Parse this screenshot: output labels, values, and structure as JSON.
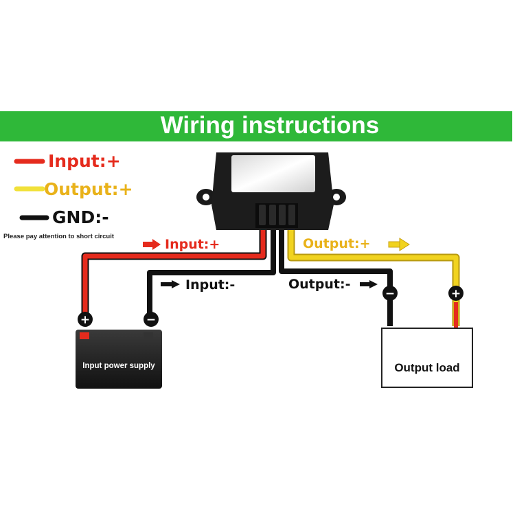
{
  "title": "Wiring instructions",
  "legend": [
    {
      "label": "Input:+",
      "color": "#e52b1d"
    },
    {
      "label": "Output:+",
      "color": "#f1d31f"
    },
    {
      "label": "GND:-",
      "color": "#111111"
    }
  ],
  "note": "Please pay attention to short circuit",
  "wire_labels": {
    "input_plus": "Input:+",
    "input_minus": "Input:-",
    "output_plus": "Output:+",
    "output_minus": "Output:-"
  },
  "components": {
    "power_supply": "Input power supply",
    "output_load": "Output load"
  },
  "terminals": {
    "plus": "+",
    "minus": "−"
  },
  "colors": {
    "banner": "#2fb839",
    "red_wire": "#e52b1d",
    "yellow_wire": "#f1d31f",
    "black_wire": "#111111",
    "input_label": "#e52b1d",
    "output_label": "#e9b21a",
    "module_body": "#1c1c1c"
  }
}
